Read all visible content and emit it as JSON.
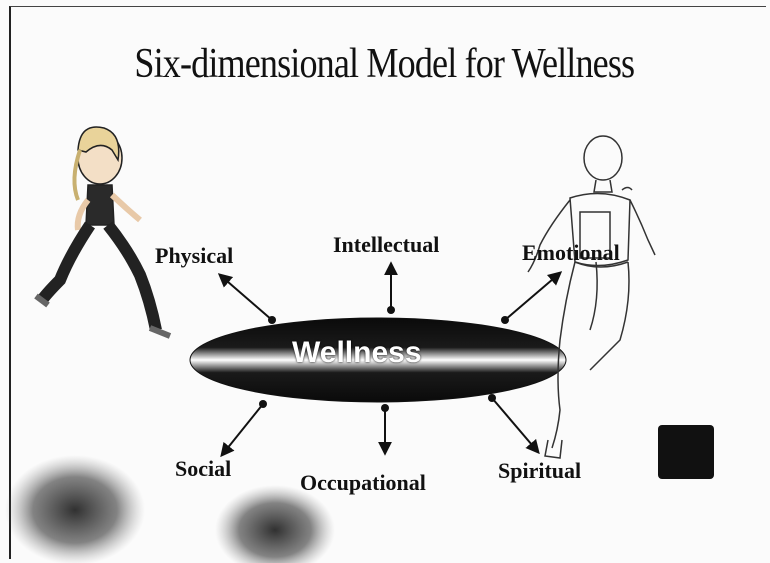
{
  "slide": {
    "title": "Six-dimensional Model for Wellness"
  },
  "diagram": {
    "center": "Wellness",
    "dimensions": {
      "physical": "Physical",
      "intellectual": "Intellectual",
      "emotional": "Emotional",
      "social": "Social",
      "occupational": "Occupational",
      "spiritual": "Spiritual"
    }
  },
  "colors": {
    "ink": "#111111",
    "paper": "#fbfbfb"
  }
}
